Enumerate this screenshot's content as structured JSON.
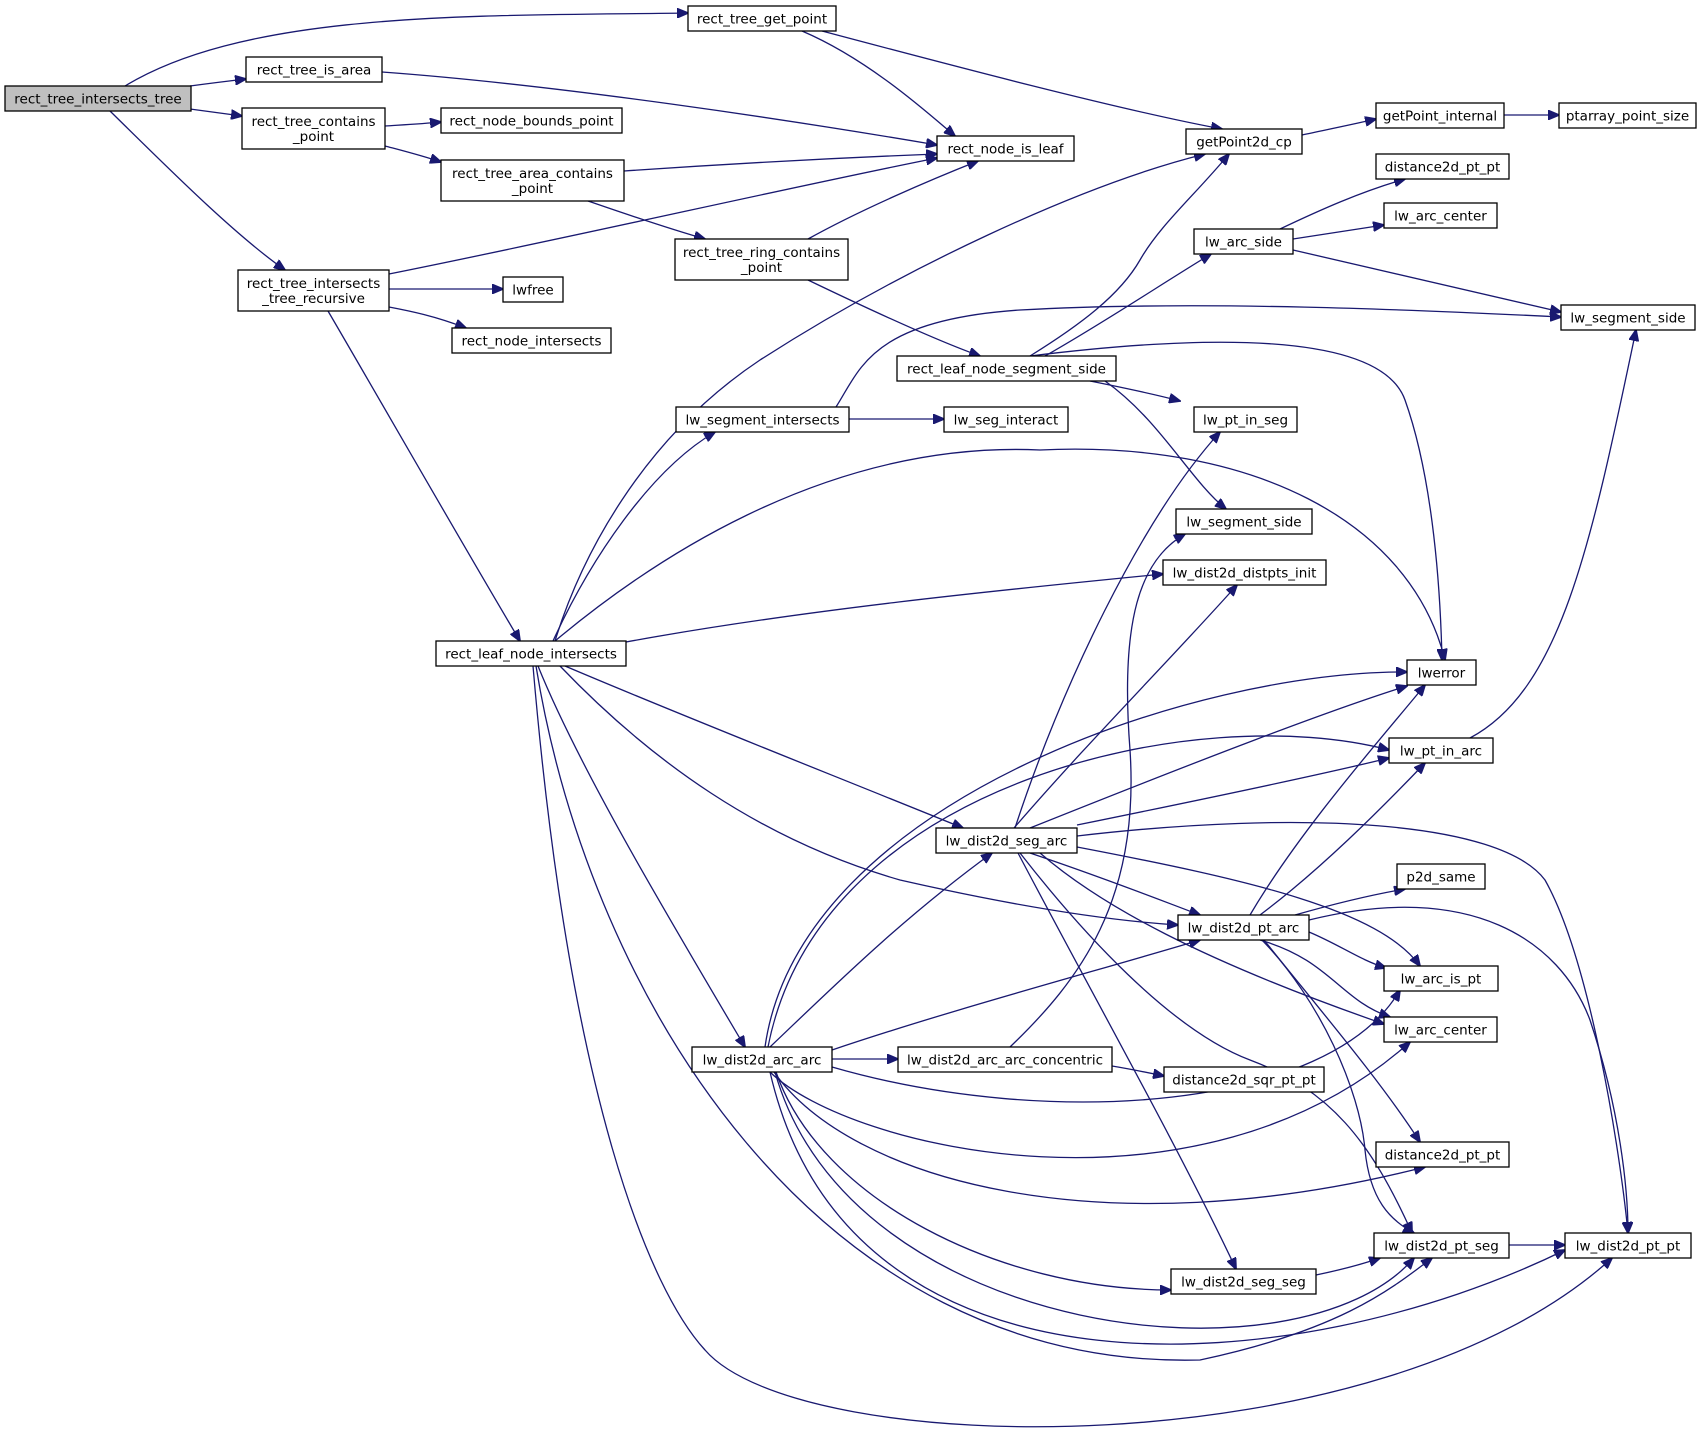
{
  "graph": {
    "type": "call graph",
    "line_color": "#191970",
    "root_fill": "#bfbfbf",
    "node_fill": "#ffffff",
    "nodes": [
      {
        "id": "root",
        "lines": [
          "rect_tree_intersects_tree"
        ],
        "root": true
      },
      {
        "id": "get_point",
        "lines": [
          "rect_tree_get_point"
        ]
      },
      {
        "id": "is_area",
        "lines": [
          "rect_tree_is_area"
        ]
      },
      {
        "id": "contains_point",
        "lines": [
          "rect_tree_contains",
          "_point"
        ]
      },
      {
        "id": "bounds_point",
        "lines": [
          "rect_node_bounds_point"
        ]
      },
      {
        "id": "area_contains",
        "lines": [
          "rect_tree_area_contains",
          "_point"
        ]
      },
      {
        "id": "is_leaf",
        "lines": [
          "rect_node_is_leaf"
        ]
      },
      {
        "id": "ring_contains",
        "lines": [
          "rect_tree_ring_contains",
          "_point"
        ]
      },
      {
        "id": "tree_recursive",
        "lines": [
          "rect_tree_intersects",
          "_tree_recursive"
        ]
      },
      {
        "id": "lwfree",
        "lines": [
          "lwfree"
        ]
      },
      {
        "id": "node_intersects",
        "lines": [
          "rect_node_intersects"
        ]
      },
      {
        "id": "getpoint2d_cp",
        "lines": [
          "getPoint2d_cp"
        ]
      },
      {
        "id": "getpoint_internal",
        "lines": [
          "getPoint_internal"
        ]
      },
      {
        "id": "ptarray_point_size",
        "lines": [
          "ptarray_point_size"
        ]
      },
      {
        "id": "distance2d_pt_pt_a",
        "lines": [
          "distance2d_pt_pt"
        ]
      },
      {
        "id": "lw_arc_side",
        "lines": [
          "lw_arc_side"
        ]
      },
      {
        "id": "lw_arc_center_a",
        "lines": [
          "lw_arc_center"
        ]
      },
      {
        "id": "lw_segment_side_a",
        "lines": [
          "lw_segment_side"
        ]
      },
      {
        "id": "leaf_seg_side",
        "lines": [
          "rect_leaf_node_segment_side"
        ]
      },
      {
        "id": "lw_segment_intersects",
        "lines": [
          "lw_segment_intersects"
        ]
      },
      {
        "id": "lw_seg_interact",
        "lines": [
          "lw_seg_interact"
        ]
      },
      {
        "id": "lw_pt_in_seg",
        "lines": [
          "lw_pt_in_seg"
        ]
      },
      {
        "id": "lw_segment_side_b",
        "lines": [
          "lw_segment_side"
        ]
      },
      {
        "id": "distpts_init",
        "lines": [
          "lw_dist2d_distpts_init"
        ]
      },
      {
        "id": "leaf_intersects",
        "lines": [
          "rect_leaf_node_intersects"
        ]
      },
      {
        "id": "lwerror",
        "lines": [
          "lwerror"
        ]
      },
      {
        "id": "lw_pt_in_arc",
        "lines": [
          "lw_pt_in_arc"
        ]
      },
      {
        "id": "seg_arc",
        "lines": [
          "lw_dist2d_seg_arc"
        ]
      },
      {
        "id": "p2d_same",
        "lines": [
          "p2d_same"
        ]
      },
      {
        "id": "pt_arc",
        "lines": [
          "lw_dist2d_pt_arc"
        ]
      },
      {
        "id": "lw_arc_is_pt",
        "lines": [
          "lw_arc_is_pt"
        ]
      },
      {
        "id": "lw_arc_center_b",
        "lines": [
          "lw_arc_center"
        ]
      },
      {
        "id": "arc_arc",
        "lines": [
          "lw_dist2d_arc_arc"
        ]
      },
      {
        "id": "arc_arc_concentric",
        "lines": [
          "lw_dist2d_arc_arc_concentric"
        ]
      },
      {
        "id": "distance2d_sqr",
        "lines": [
          "distance2d_sqr_pt_pt"
        ]
      },
      {
        "id": "distance2d_pt_pt_b",
        "lines": [
          "distance2d_pt_pt"
        ]
      },
      {
        "id": "pt_seg",
        "lines": [
          "lw_dist2d_pt_seg"
        ]
      },
      {
        "id": "pt_pt",
        "lines": [
          "lw_dist2d_pt_pt"
        ]
      },
      {
        "id": "seg_seg",
        "lines": [
          "lw_dist2d_seg_seg"
        ]
      }
    ],
    "edges": [
      [
        "root",
        "get_point"
      ],
      [
        "root",
        "is_area"
      ],
      [
        "root",
        "contains_point"
      ],
      [
        "root",
        "tree_recursive"
      ],
      [
        "get_point",
        "is_leaf"
      ],
      [
        "get_point",
        "getpoint2d_cp"
      ],
      [
        "is_area",
        "is_leaf"
      ],
      [
        "contains_point",
        "bounds_point"
      ],
      [
        "contains_point",
        "area_contains"
      ],
      [
        "area_contains",
        "is_leaf"
      ],
      [
        "area_contains",
        "ring_contains"
      ],
      [
        "ring_contains",
        "is_leaf"
      ],
      [
        "ring_contains",
        "leaf_seg_side"
      ],
      [
        "tree_recursive",
        "is_leaf"
      ],
      [
        "tree_recursive",
        "lwfree"
      ],
      [
        "tree_recursive",
        "node_intersects"
      ],
      [
        "tree_recursive",
        "leaf_intersects"
      ],
      [
        "getpoint2d_cp",
        "getpoint_internal"
      ],
      [
        "getpoint_internal",
        "ptarray_point_size"
      ],
      [
        "lw_arc_side",
        "distance2d_pt_pt_a"
      ],
      [
        "lw_arc_side",
        "lw_arc_center_a"
      ],
      [
        "lw_arc_side",
        "lw_segment_side_a"
      ],
      [
        "leaf_seg_side",
        "getpoint2d_cp"
      ],
      [
        "leaf_seg_side",
        "lw_arc_side"
      ],
      [
        "leaf_seg_side",
        "lw_pt_in_seg"
      ],
      [
        "leaf_seg_side",
        "lw_segment_side_b"
      ],
      [
        "leaf_seg_side",
        "lwerror"
      ],
      [
        "lw_segment_intersects",
        "lw_segment_side_a"
      ],
      [
        "lw_segment_intersects",
        "lw_seg_interact"
      ],
      [
        "leaf_intersects",
        "getpoint2d_cp"
      ],
      [
        "leaf_intersects",
        "lw_segment_intersects"
      ],
      [
        "leaf_intersects",
        "lwerror"
      ],
      [
        "leaf_intersects",
        "distpts_init"
      ],
      [
        "leaf_intersects",
        "seg_arc"
      ],
      [
        "leaf_intersects",
        "pt_arc"
      ],
      [
        "leaf_intersects",
        "arc_arc"
      ],
      [
        "leaf_intersects",
        "pt_seg"
      ],
      [
        "leaf_intersects",
        "pt_pt"
      ],
      [
        "lw_pt_in_arc",
        "lw_segment_side_a"
      ],
      [
        "seg_arc",
        "lw_pt_in_seg"
      ],
      [
        "seg_arc",
        "distpts_init"
      ],
      [
        "seg_arc",
        "lwerror"
      ],
      [
        "seg_arc",
        "lw_pt_in_arc"
      ],
      [
        "seg_arc",
        "pt_arc"
      ],
      [
        "seg_arc",
        "lw_arc_is_pt"
      ],
      [
        "seg_arc",
        "lw_arc_center_b"
      ],
      [
        "seg_arc",
        "pt_seg"
      ],
      [
        "seg_arc",
        "seg_seg"
      ],
      [
        "seg_arc",
        "pt_pt"
      ],
      [
        "pt_arc",
        "lwerror"
      ],
      [
        "pt_arc",
        "lw_pt_in_arc"
      ],
      [
        "pt_arc",
        "p2d_same"
      ],
      [
        "pt_arc",
        "lw_arc_is_pt"
      ],
      [
        "pt_arc",
        "lw_arc_center_b"
      ],
      [
        "pt_arc",
        "distance2d_pt_pt_b"
      ],
      [
        "pt_arc",
        "pt_seg"
      ],
      [
        "pt_arc",
        "pt_pt"
      ],
      [
        "arc_arc",
        "seg_arc"
      ],
      [
        "arc_arc",
        "lwerror"
      ],
      [
        "arc_arc",
        "lw_pt_in_arc"
      ],
      [
        "arc_arc",
        "pt_arc"
      ],
      [
        "arc_arc",
        "arc_arc_concentric"
      ],
      [
        "arc_arc",
        "lw_arc_is_pt"
      ],
      [
        "arc_arc",
        "lw_arc_center_b"
      ],
      [
        "arc_arc",
        "distance2d_pt_pt_b"
      ],
      [
        "arc_arc",
        "seg_seg"
      ],
      [
        "arc_arc",
        "pt_seg"
      ],
      [
        "arc_arc",
        "pt_pt"
      ],
      [
        "arc_arc_concentric",
        "lw_segment_side_b"
      ],
      [
        "arc_arc_concentric",
        "distance2d_sqr"
      ],
      [
        "seg_seg",
        "pt_seg"
      ],
      [
        "pt_seg",
        "pt_pt"
      ]
    ]
  }
}
